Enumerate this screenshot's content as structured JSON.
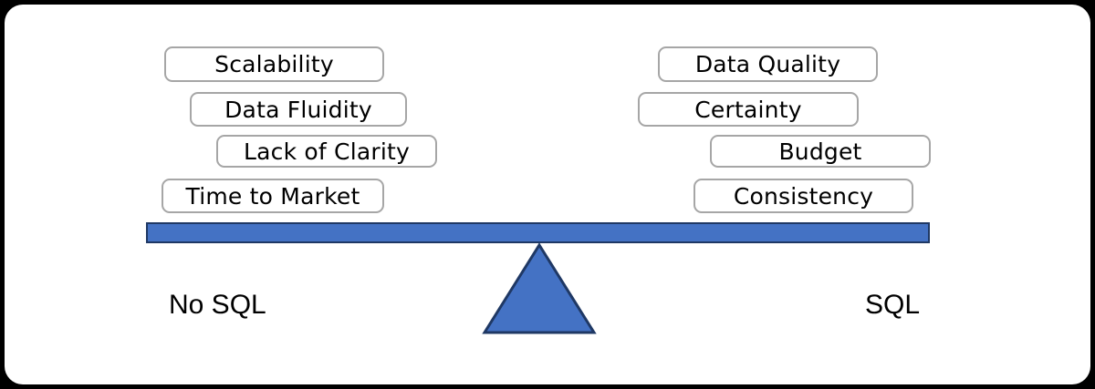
{
  "diagram": {
    "type": "balance-scale",
    "title_visible": false,
    "left_side": {
      "axis_label": "No SQL",
      "items": [
        {
          "label": "Scalability"
        },
        {
          "label": "Data Fluidity"
        },
        {
          "label": "Lack of Clarity"
        },
        {
          "label": "Time to Market"
        }
      ]
    },
    "right_side": {
      "axis_label": "SQL",
      "items": [
        {
          "label": "Data Quality"
        },
        {
          "label": "Certainty"
        },
        {
          "label": "Budget"
        },
        {
          "label": "Consistency"
        }
      ]
    },
    "fulcrum": {
      "shape": "triangle",
      "icon": "triangle-fulcrum-icon"
    },
    "beam": {
      "icon": "balance-beam-icon",
      "state": "level"
    },
    "colors": {
      "beam_fill": "#4472C4",
      "beam_stroke": "#1F3864",
      "fulcrum_fill": "#4472C4",
      "fulcrum_stroke": "#1F3864",
      "chip_border": "#A6A6A6",
      "chip_fill": "#FFFFFF",
      "text": "#000000",
      "frame": "#000000",
      "card": "#FFFFFF"
    }
  }
}
